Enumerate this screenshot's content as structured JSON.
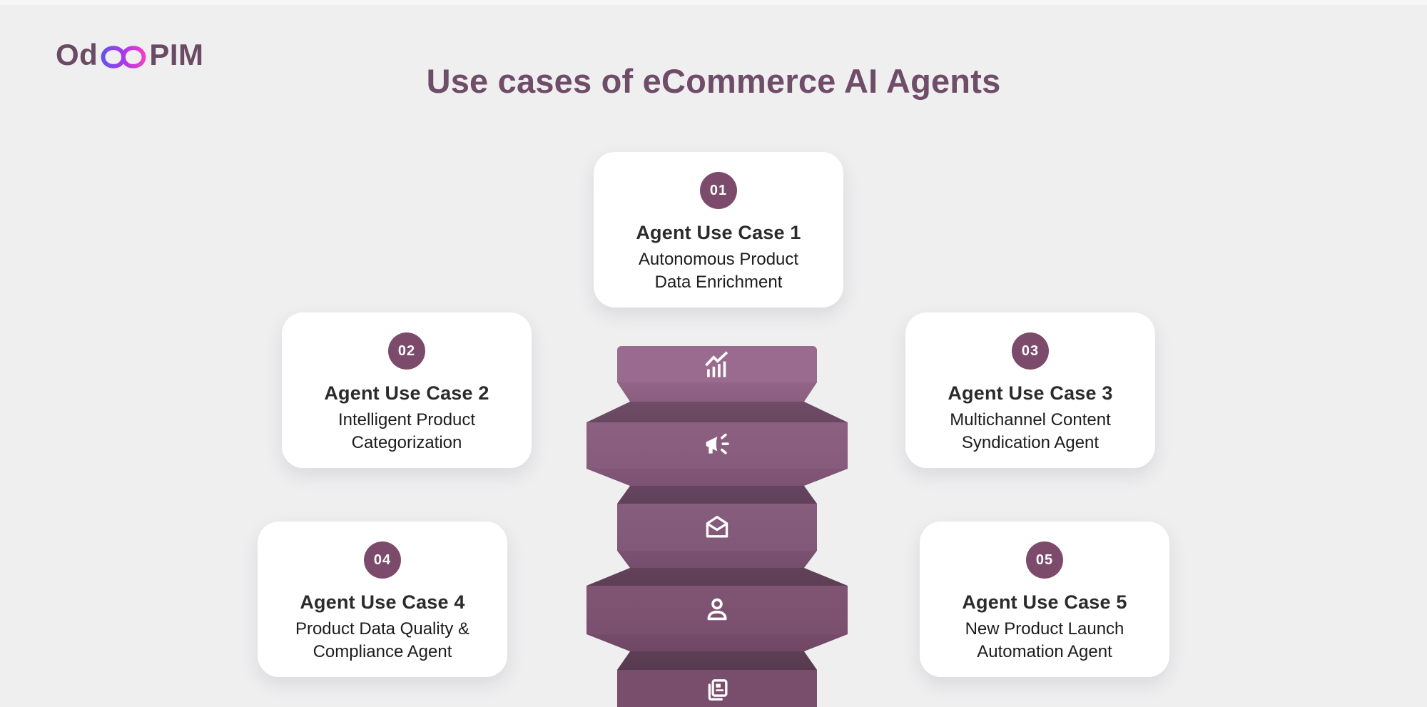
{
  "page": {
    "title": "Use cases of eCommerce AI Agents",
    "title_color": "#6f4c68",
    "background_color": "#efeff0"
  },
  "logo": {
    "text": "OdooPIM",
    "prefix": "Od",
    "suffix": "PIM",
    "text_color": "#6b4a63",
    "infinity_gradient": [
      "#6752e8",
      "#a93ae8",
      "#ee3dc9"
    ]
  },
  "cards": [
    {
      "number": "01",
      "title": "Agent Use Case 1",
      "description": "Autonomous Product Data Enrichment"
    },
    {
      "number": "02",
      "title": "Agent Use Case 2",
      "description": "Intelligent Product Categorization"
    },
    {
      "number": "03",
      "title": "Agent Use Case 3",
      "description": "Multichannel Content Syndication Agent"
    },
    {
      "number": "04",
      "title": "Agent Use Case 4",
      "description": "Product Data Quality & Compliance Agent"
    },
    {
      "number": "05",
      "title": "Agent Use Case 5",
      "description": "New Product Launch Automation Agent"
    }
  ],
  "badge_color": "#7c4b6b",
  "ribbon": {
    "icons": [
      "growth-chart-icon",
      "megaphone-icon",
      "email-icon",
      "person-icon",
      "documents-icon"
    ],
    "face_colors": [
      "#9a6b8e",
      "#8c6080",
      "#875d7e",
      "#805573",
      "#784e6c"
    ],
    "fold_color_dark": "#62425a",
    "icon_color": "#ffffff"
  }
}
